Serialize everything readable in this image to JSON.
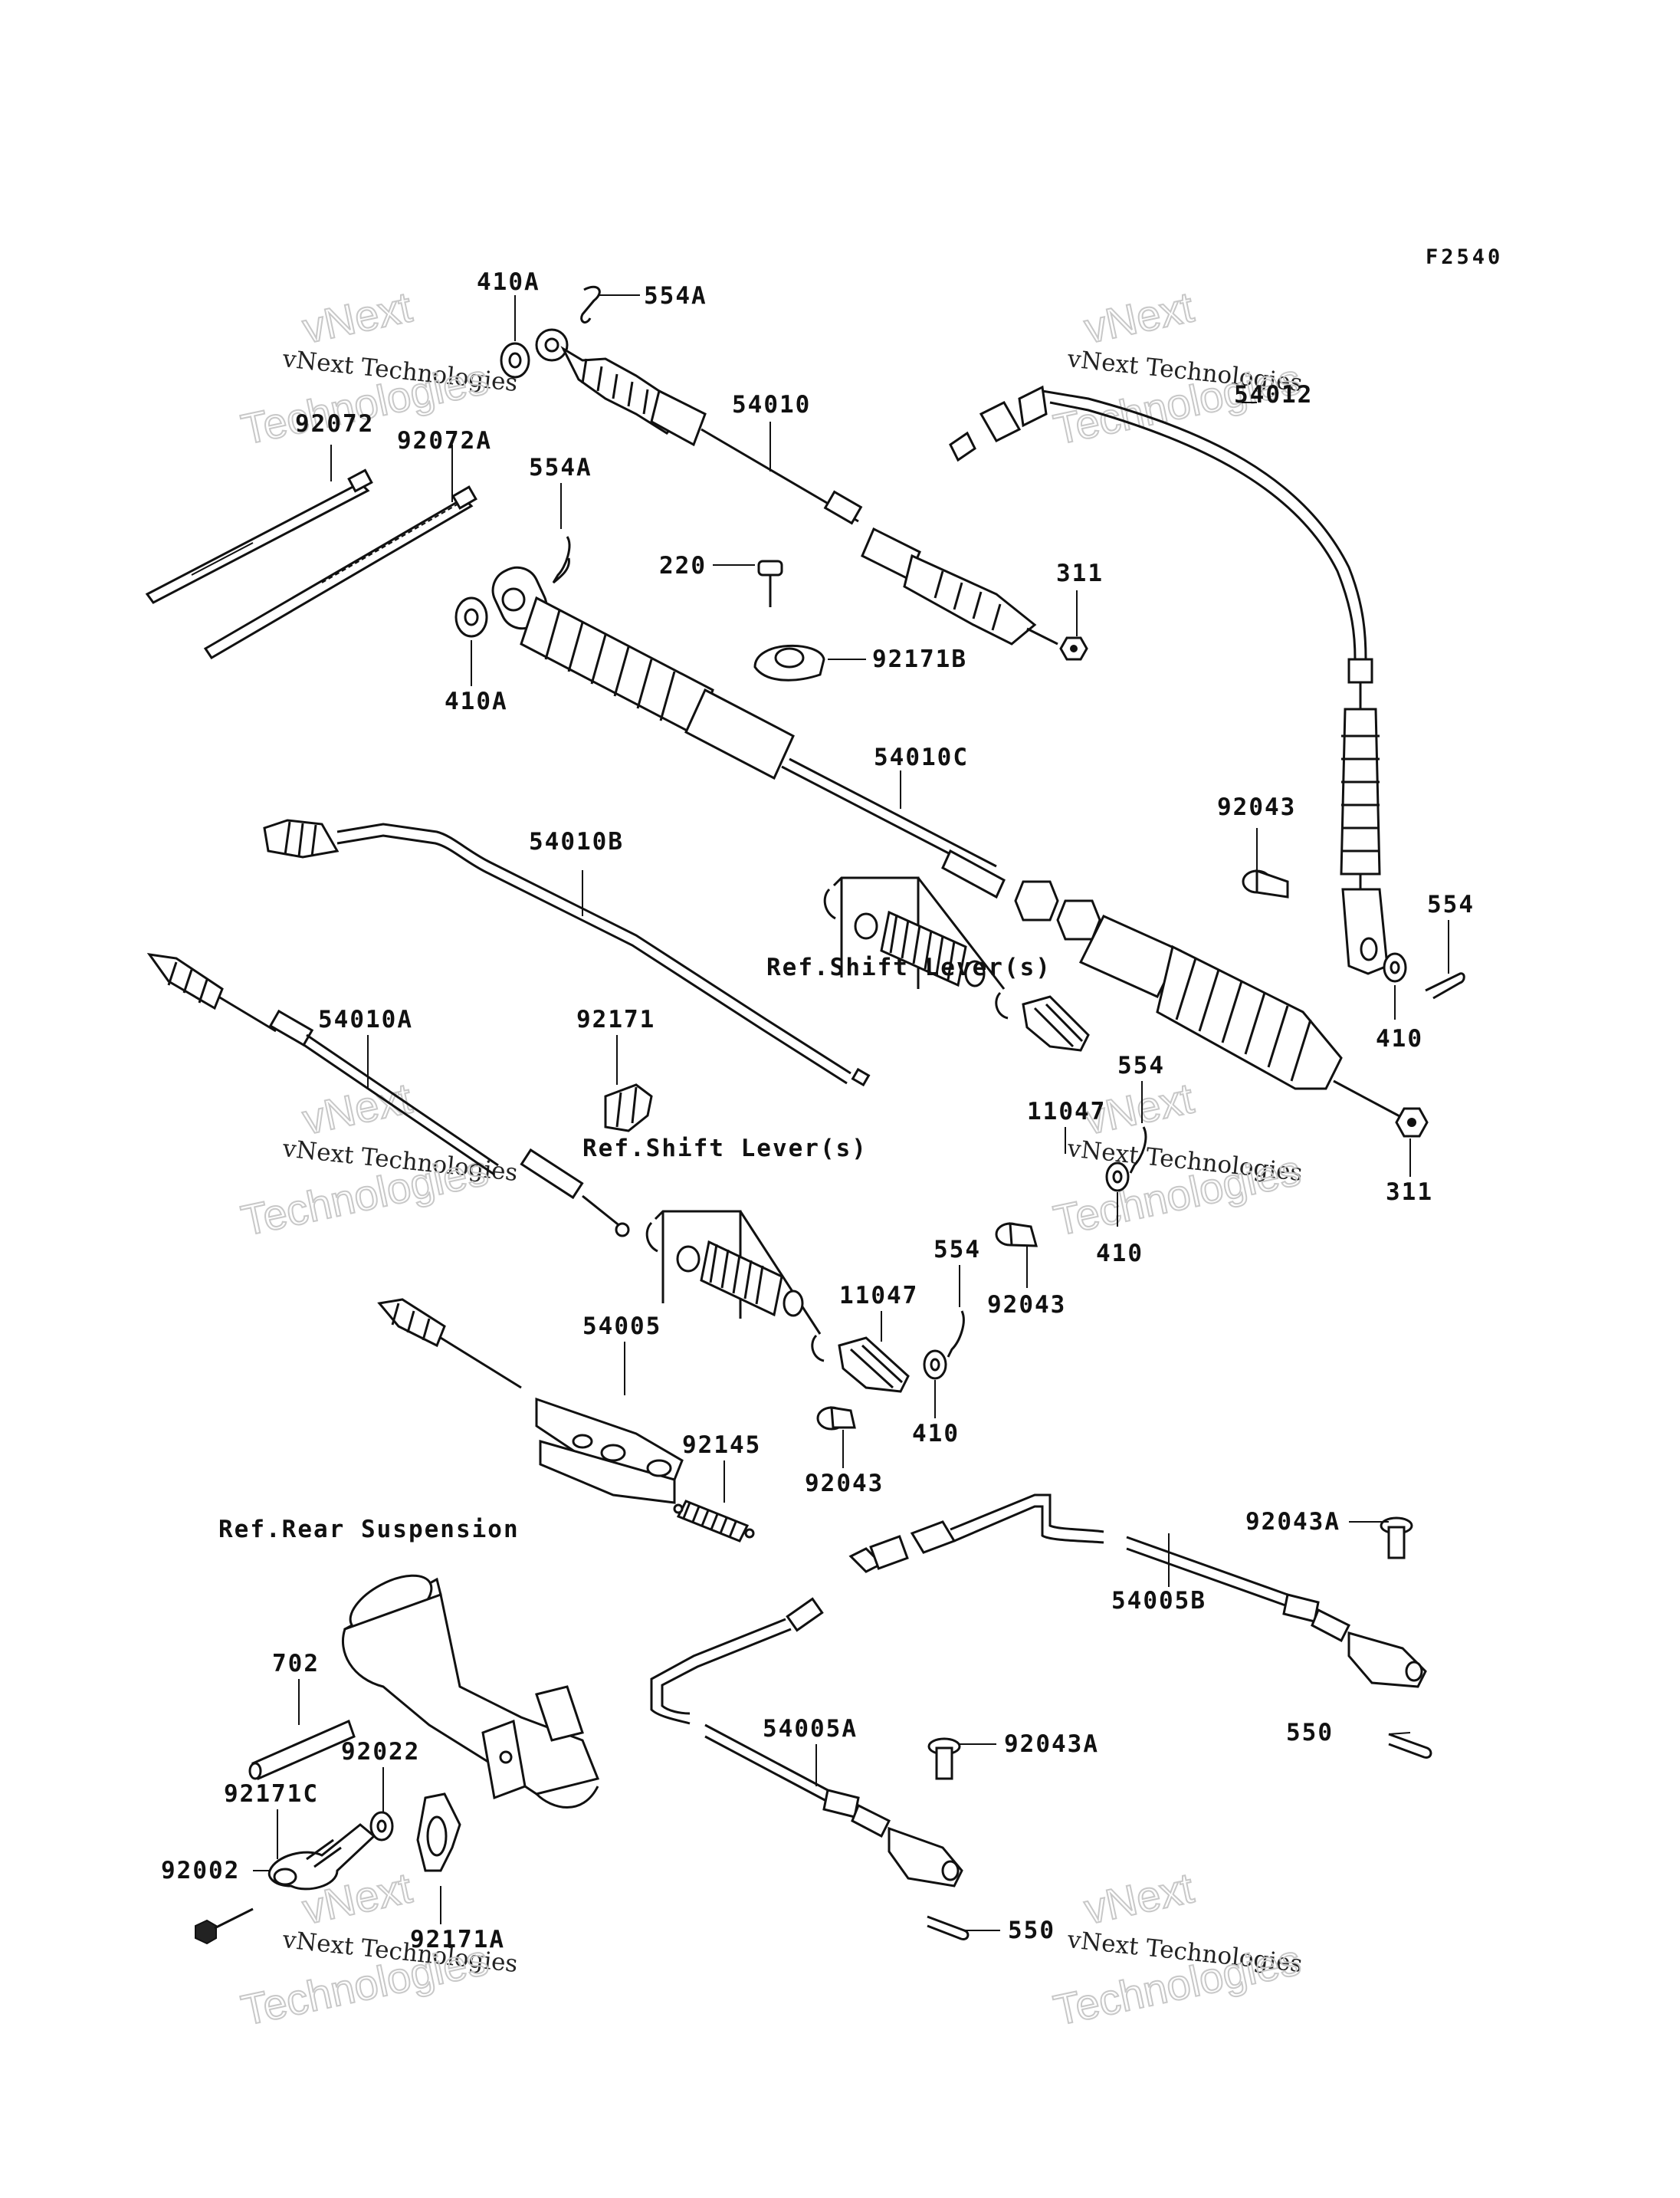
{
  "figure_code": "F2540",
  "watermark": {
    "line1": "vNext Technologies",
    "line2": "vNext",
    "line3": "Technologies"
  },
  "references": {
    "shift_lever_1": "Ref.Shift Lever(s)",
    "shift_lever_2": "Ref.Shift Lever(s)",
    "rear_suspension": "Ref.Rear Suspension"
  },
  "parts": {
    "p410A_top": "410A",
    "p554A_top": "554A",
    "p54010": "54010",
    "p54012": "54012",
    "p92072": "92072",
    "p92072A": "92072A",
    "p554A_mid": "554A",
    "p220": "220",
    "p311_top": "311",
    "p92171B": "92171B",
    "p410A_mid": "410A",
    "p54010C": "54010C",
    "p92043_right": "92043",
    "p54010B": "54010B",
    "p554_right": "554",
    "p410_right": "410",
    "p54010A": "54010A",
    "p92171": "92171",
    "p554_mid": "554",
    "p11047_upper": "11047",
    "p311_bottom": "311",
    "p410_mid": "410",
    "p92043_mid": "92043",
    "p554_lower": "554",
    "p11047_lower": "11047",
    "p54005": "54005",
    "p92145": "92145",
    "p410_lower": "410",
    "p92043_lower": "92043",
    "p92043A_right": "92043A",
    "p54005B": "54005B",
    "p702": "702",
    "p92022": "92022",
    "p92171C": "92171C",
    "p92002": "92002",
    "p92171A": "92171A",
    "p54005A": "54005A",
    "p92043A_lower": "92043A",
    "p550_right": "550",
    "p550_lower": "550"
  }
}
